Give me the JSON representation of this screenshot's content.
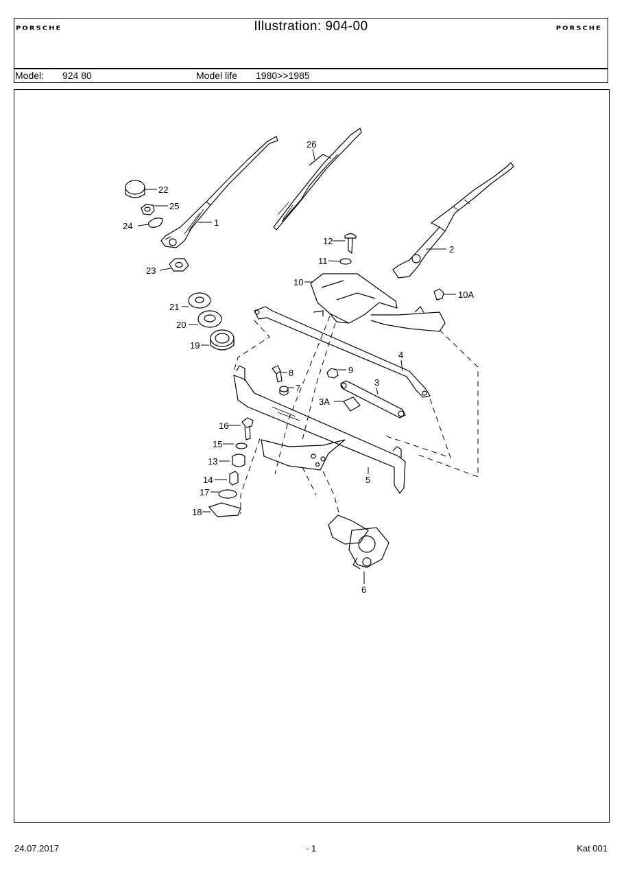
{
  "header": {
    "brand_left": "PORSCHE",
    "brand_right": "PORSCHE",
    "title": "Illustration: 904-00",
    "model_label": "Model:",
    "model_value": "924 80",
    "model_life_label": "Model life",
    "model_life_value": "1980>>1985"
  },
  "diagram": {
    "callouts": [
      "1",
      "2",
      "3",
      "3A",
      "4",
      "5",
      "6",
      "7",
      "8",
      "9",
      "10",
      "10A",
      "11",
      "12",
      "13",
      "14",
      "15",
      "16",
      "17",
      "18",
      "19",
      "20",
      "21",
      "22",
      "23",
      "24",
      "25",
      "26"
    ]
  },
  "footer": {
    "date": "24.07.2017",
    "page": "- 1",
    "catalog": "Kat 001"
  }
}
